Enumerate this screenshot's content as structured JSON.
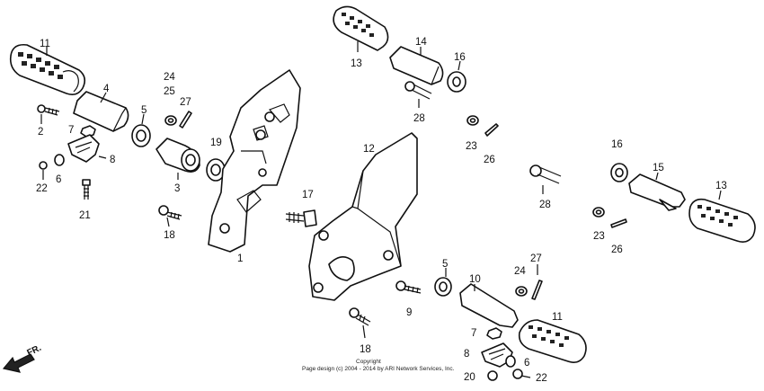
{
  "callouts": {
    "c1": "1",
    "c2": "2",
    "c3": "3",
    "c4": "4",
    "c5a": "5",
    "c5b": "5",
    "c6a": "6",
    "c6b": "6",
    "c7a": "7",
    "c7b": "7",
    "c8a": "8",
    "c8b": "8",
    "c9": "9",
    "c10": "10",
    "c11a": "11",
    "c11b": "11",
    "c12": "12",
    "c13a": "13",
    "c13b": "13",
    "c14": "14",
    "c15": "15",
    "c16a": "16",
    "c16b": "16",
    "c17": "17",
    "c18a": "18",
    "c18b": "18",
    "c19": "19",
    "c20": "20",
    "c21": "21",
    "c22a": "22",
    "c22b": "22",
    "c23a": "23",
    "c23b": "23",
    "c24a": "24",
    "c24b": "24",
    "c25": "25",
    "c26a": "26",
    "c26b": "26",
    "c27a": "27",
    "c27b": "27",
    "c28a": "28",
    "c28b": "28"
  },
  "direction_label": "FR.",
  "copyright": {
    "line1": "Copyright",
    "line2": "Page design (c) 2004 - 2014 by ARI Network Services, Inc."
  }
}
